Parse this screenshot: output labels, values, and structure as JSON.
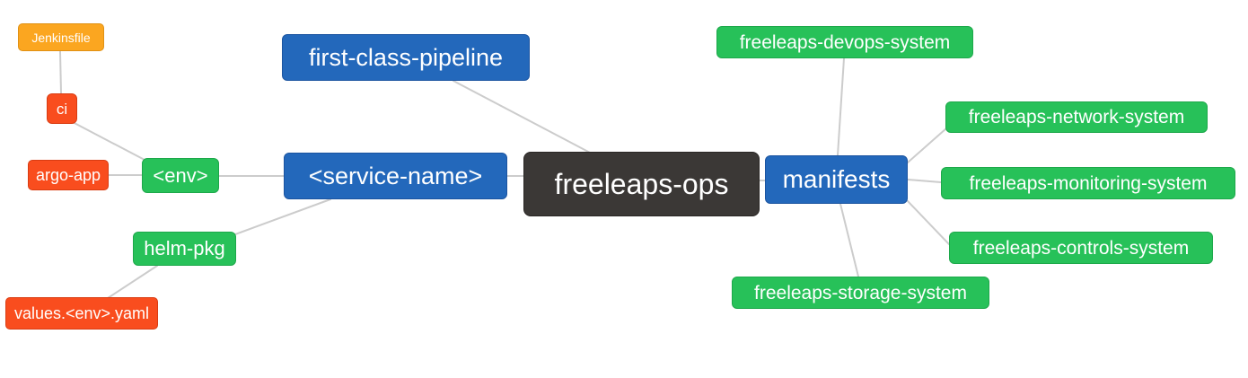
{
  "diagram": {
    "type": "mindmap",
    "background": "#ffffff",
    "colors": {
      "blue": "#2368bb",
      "green": "#27c159",
      "red": "#f94d1e",
      "orange": "#fba620",
      "dark": "#3b3836",
      "edge": "#cccccc",
      "text": "#ffffff"
    },
    "nodes": [
      {
        "id": "jenkinsfile",
        "label": "Jenkinsfile",
        "color": "orange"
      },
      {
        "id": "ci",
        "label": "ci",
        "color": "red"
      },
      {
        "id": "argo-app",
        "label": "argo-app",
        "color": "red"
      },
      {
        "id": "env",
        "label": "<env>",
        "color": "green"
      },
      {
        "id": "helm-pkg",
        "label": "helm-pkg",
        "color": "green"
      },
      {
        "id": "values-env-yaml",
        "label": "values.<env>.yaml",
        "color": "red"
      },
      {
        "id": "first-class-pipeline",
        "label": "first-class-pipeline",
        "color": "blue"
      },
      {
        "id": "service-name",
        "label": "<service-name>",
        "color": "blue"
      },
      {
        "id": "freeleaps-ops",
        "label": "freeleaps-ops",
        "color": "dark"
      },
      {
        "id": "manifests",
        "label": "manifests",
        "color": "blue"
      },
      {
        "id": "freeleaps-devops-system",
        "label": "freeleaps-devops-system",
        "color": "green"
      },
      {
        "id": "freeleaps-network-system",
        "label": "freeleaps-network-system",
        "color": "green"
      },
      {
        "id": "freeleaps-monitoring-system",
        "label": "freeleaps-monitoring-system",
        "color": "green"
      },
      {
        "id": "freeleaps-controls-system",
        "label": "freeleaps-controls-system",
        "color": "green"
      },
      {
        "id": "freeleaps-storage-system",
        "label": "freeleaps-storage-system",
        "color": "green"
      }
    ],
    "edges": [
      {
        "from": "Jenkinsfile",
        "to": "ci"
      },
      {
        "from": "ci",
        "to": "<env>"
      },
      {
        "from": "argo-app",
        "to": "<env>"
      },
      {
        "from": "<env>",
        "to": "<service-name>"
      },
      {
        "from": "<service-name>",
        "to": "helm-pkg"
      },
      {
        "from": "helm-pkg",
        "to": "values.<env>.yaml"
      },
      {
        "from": "first-class-pipeline",
        "to": "freeleaps-ops"
      },
      {
        "from": "<service-name>",
        "to": "freeleaps-ops"
      },
      {
        "from": "freeleaps-ops",
        "to": "manifests"
      },
      {
        "from": "manifests",
        "to": "freeleaps-devops-system"
      },
      {
        "from": "manifests",
        "to": "freeleaps-network-system"
      },
      {
        "from": "manifests",
        "to": "freeleaps-monitoring-system"
      },
      {
        "from": "manifests",
        "to": "freeleaps-controls-system"
      },
      {
        "from": "manifests",
        "to": "freeleaps-storage-system"
      }
    ]
  }
}
